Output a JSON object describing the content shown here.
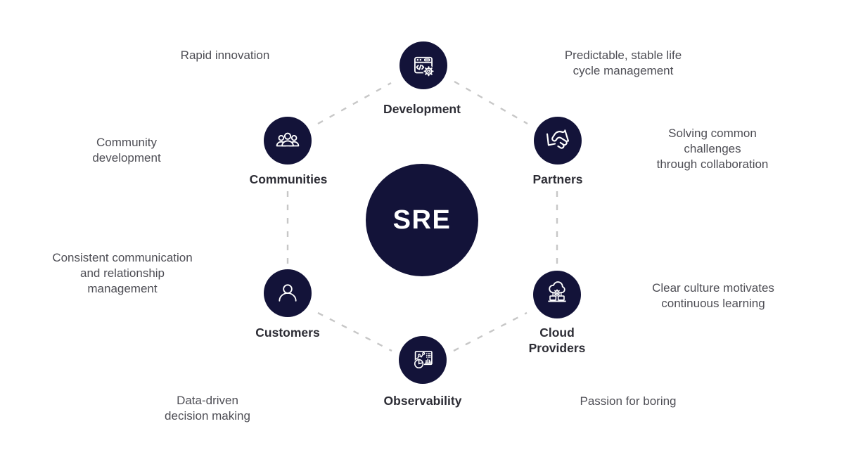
{
  "colors": {
    "navy": "#131339",
    "icon": "#ffffff",
    "label": "#2d2d35",
    "annotation": "#4e4e55",
    "connector": "#c7c7c7",
    "background": "#ffffff"
  },
  "center": {
    "label": "SRE"
  },
  "nodes": [
    {
      "id": "development",
      "label": "Development",
      "icon": "code-window-gear-icon"
    },
    {
      "id": "communities",
      "label": "Communities",
      "icon": "people-group-icon"
    },
    {
      "id": "partners",
      "label": "Partners",
      "icon": "handshake-icon"
    },
    {
      "id": "customers",
      "label": "Customers",
      "icon": "person-icon"
    },
    {
      "id": "cloud-providers",
      "label": "Cloud\nProviders",
      "icon": "cloud-gear-devices-icon"
    },
    {
      "id": "observability",
      "label": "Observability",
      "icon": "dashboard-charts-icon"
    }
  ],
  "annotations": [
    {
      "id": "rapid-innovation",
      "text": "Rapid innovation"
    },
    {
      "id": "predictable-lifecycle",
      "text": "Predictable, stable life\ncycle management"
    },
    {
      "id": "community-development",
      "text": "Community\ndevelopment"
    },
    {
      "id": "solving-challenges",
      "text": "Solving common challenges\nthrough collaboration"
    },
    {
      "id": "consistent-communication",
      "text": "Consistent communication\nand relationship\nmanagement"
    },
    {
      "id": "clear-culture",
      "text": "Clear culture motivates\ncontinuous learning"
    },
    {
      "id": "data-driven",
      "text": "Data-driven\ndecision making"
    },
    {
      "id": "passion-for-boring",
      "text": "Passion for boring"
    }
  ]
}
